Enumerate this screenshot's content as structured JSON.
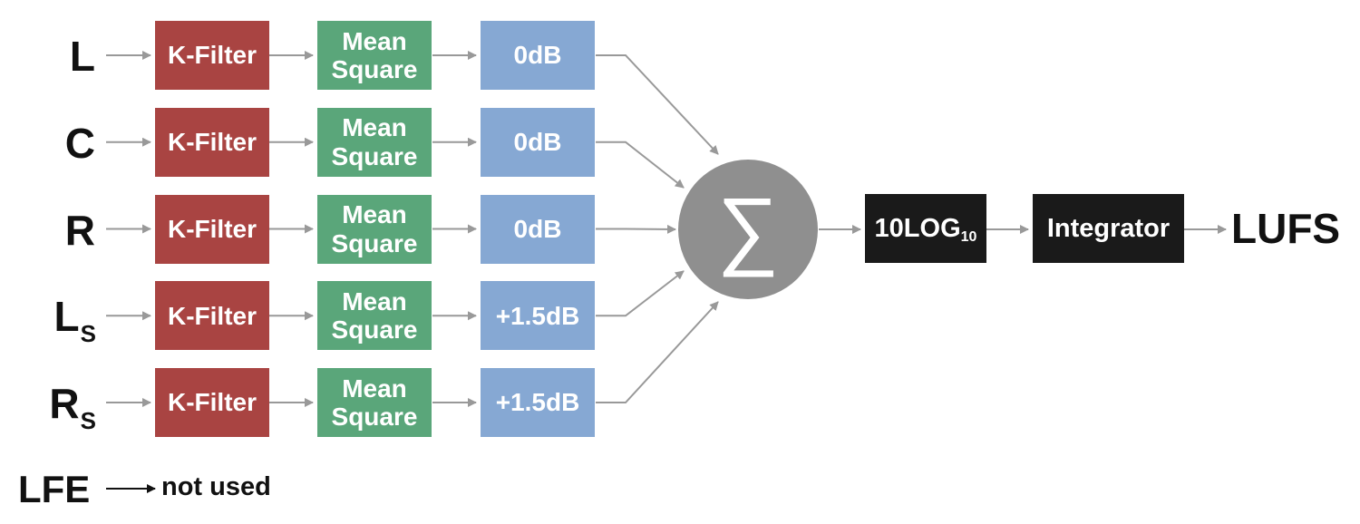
{
  "channels": [
    {
      "name": "L",
      "sub": "",
      "filter": "K-Filter",
      "mean_line1": "Mean",
      "mean_line2": "Square",
      "gain": "0dB"
    },
    {
      "name": "C",
      "sub": "",
      "filter": "K-Filter",
      "mean_line1": "Mean",
      "mean_line2": "Square",
      "gain": "0dB"
    },
    {
      "name": "R",
      "sub": "",
      "filter": "K-Filter",
      "mean_line1": "Mean",
      "mean_line2": "Square",
      "gain": "0dB"
    },
    {
      "name": "L",
      "sub": "S",
      "filter": "K-Filter",
      "mean_line1": "Mean",
      "mean_line2": "Square",
      "gain": "+1.5dB"
    },
    {
      "name": "R",
      "sub": "S",
      "filter": "K-Filter",
      "mean_line1": "Mean",
      "mean_line2": "Square",
      "gain": "+1.5dB"
    }
  ],
  "summer": {
    "symbol": "∑"
  },
  "log_block": {
    "label": "10LOG",
    "sub": "10"
  },
  "integrator": {
    "label": "Integrator"
  },
  "output": {
    "label": "LUFS"
  },
  "lfe": {
    "label": "LFE",
    "note": "not used"
  },
  "colors": {
    "k_filter": "#a94442",
    "mean_square": "#5aa67a",
    "gain": "#86a8d3",
    "summer": "#8f8f8f",
    "black_block": "#1a1a1a",
    "arrow": "#999999"
  }
}
